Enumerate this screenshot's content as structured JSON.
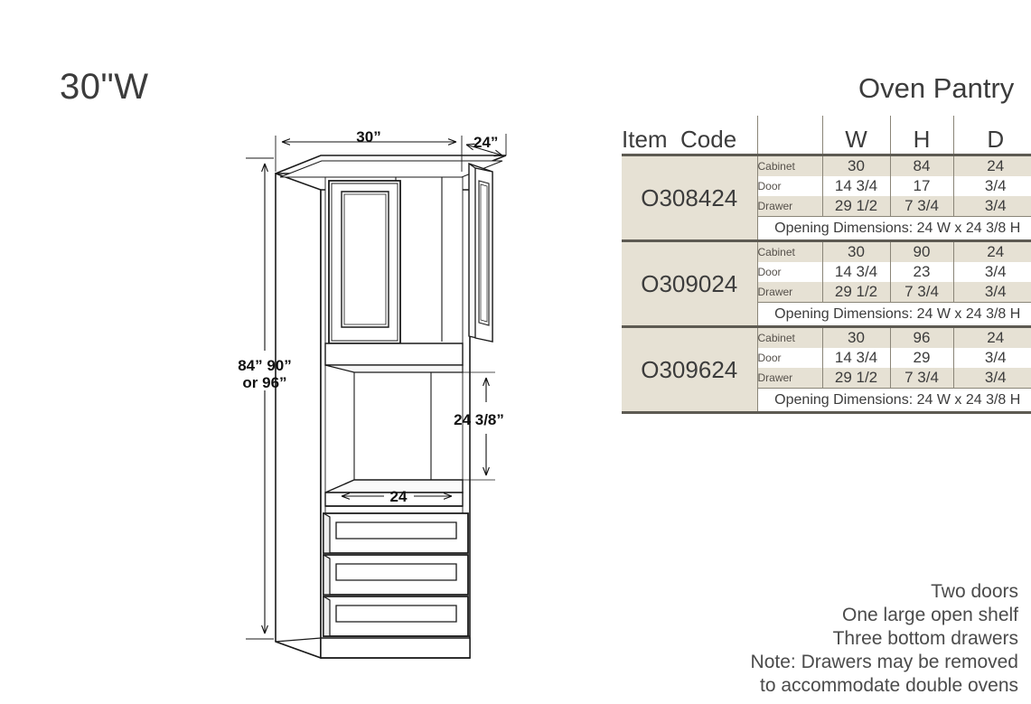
{
  "header": {
    "size_title": "30\"W",
    "category_title": "Oven Pantry"
  },
  "spec_table": {
    "columns": {
      "item_code": "Item  Code",
      "w": "W",
      "h": "H",
      "d": "D"
    },
    "part_labels": {
      "cabinet": "Cabinet",
      "door": "Door",
      "drawer": "Drawer"
    },
    "rows": [
      {
        "item_code": "O308424",
        "cabinet": {
          "w": "30",
          "h": "84",
          "d": "24"
        },
        "door": {
          "w": "14 3/4",
          "h": "17",
          "d": "3/4"
        },
        "drawer": {
          "w": "29 1/2",
          "h": "7 3/4",
          "d": "3/4"
        },
        "opening": "Opening Dimensions: 24 W x 24 3/8 H"
      },
      {
        "item_code": "O309024",
        "cabinet": {
          "w": "30",
          "h": "90",
          "d": "24"
        },
        "door": {
          "w": "14 3/4",
          "h": "23",
          "d": "3/4"
        },
        "drawer": {
          "w": "29 1/2",
          "h": "7 3/4",
          "d": "3/4"
        },
        "opening": "Opening Dimensions: 24 W x 24 3/8 H"
      },
      {
        "item_code": "O309624",
        "cabinet": {
          "w": "30",
          "h": "96",
          "d": "24"
        },
        "door": {
          "w": "14 3/4",
          "h": "29",
          "d": "3/4"
        },
        "drawer": {
          "w": "29 1/2",
          "h": "7 3/4",
          "d": "3/4"
        },
        "opening": "Opening Dimensions: 24 W x 24 3/8 H"
      }
    ]
  },
  "notes": {
    "line1": "Two doors",
    "line2": "One large open shelf",
    "line3": "Three bottom drawers",
    "line4": "Note:  Drawers may be removed",
    "line5": "to accommodate double ovens"
  },
  "drawing": {
    "dim_width": "30”",
    "dim_depth": "24”",
    "dim_height": "84” 90”",
    "dim_height2": "or 96”",
    "dim_opening_height": "24 3/8”",
    "dim_opening_width": "24"
  },
  "colors": {
    "table_beige": "#e6e1d4",
    "table_border": "#5d5a52",
    "text_gray": "#3c3c3c",
    "line_black": "#111111"
  }
}
